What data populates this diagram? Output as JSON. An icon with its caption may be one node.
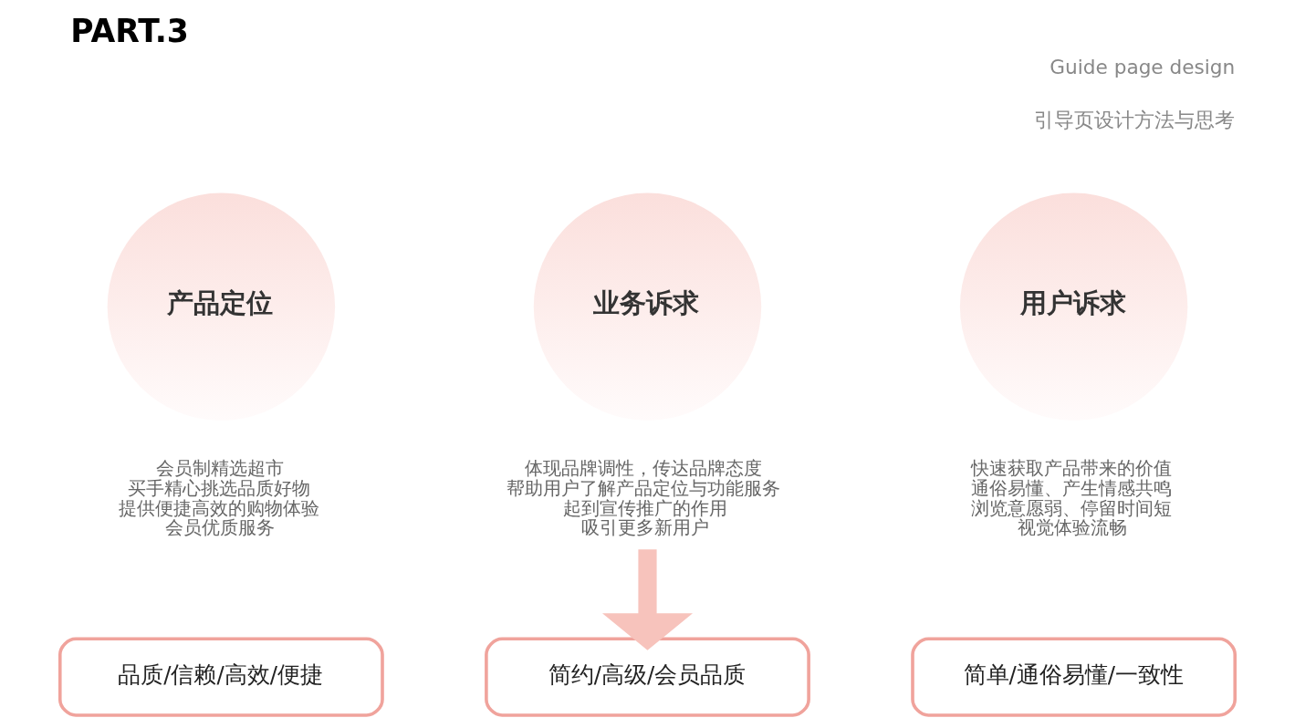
{
  "diagram": {
    "title": "PART.3",
    "nodes": [
      {
        "text": [
          "产品定位"
        ]
      },
      {
        "text": [
          "业务诉求"
        ]
      },
      {
        "text": [
          "用户诉求"
        ]
      },
      {
        "text": [
          "会员制精选超市",
          "买手精心挑选品质好物",
          "提供便捷高效的购物体验",
          "会员优质服务"
        ]
      },
      {
        "text": [
          "体现品牌调性，传达品牌态度",
          "帮助用户了解产品定位与功能服务",
          "起到宣传推广的作用",
          "吸引更多新用户"
        ]
      },
      {
        "text": [
          "快速获取产品带来的价值",
          "通俗易懂、产生情感共鸣",
          "浏览意愿弱、停留时间短",
          "视觉体验流畅"
        ]
      },
      {
        "text": [
          "品质/信赖/高效/便捷"
        ]
      },
      {
        "text": [
          "简约/高级/会员品质"
        ]
      },
      {
        "text": [
          "简单/通俗易懂/一致性"
        ]
      }
    ],
    "edges": [
      {
        "from": 4,
        "to": 7,
        "arrow": "to",
        "color": "#f7c3bc"
      }
    ],
    "labels": [
      "Guide page design",
      "引导页设计方法与思考"
    ]
  }
}
